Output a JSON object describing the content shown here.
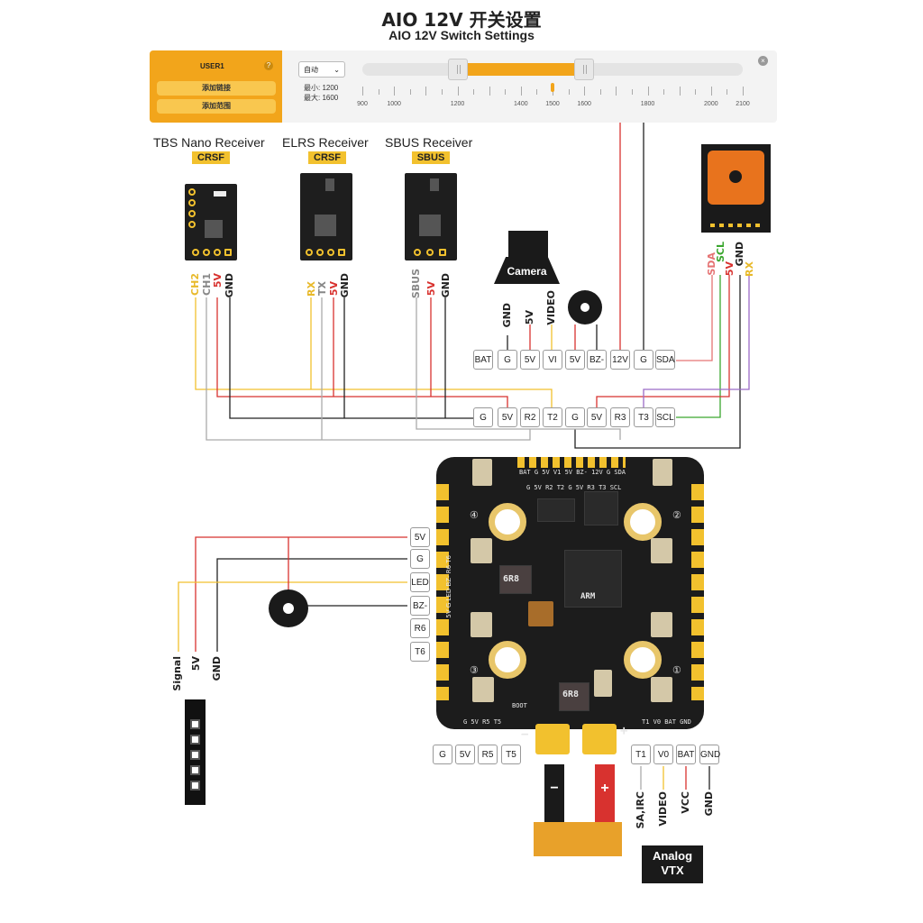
{
  "title_cn": "AIO 12V 开关设置",
  "title_en": "AIO 12V Switch Settings",
  "settings": {
    "user": "USER1",
    "help": "?",
    "add_link": "添加链接",
    "add_range": "添加范围",
    "mode": "自动",
    "min_label": "最小: 1200",
    "max_label": "最大: 1600",
    "scale": [
      "900",
      "1000",
      "1200",
      "1400",
      "1500",
      "1600",
      "1800",
      "2000",
      "2100"
    ],
    "range_min": 1200,
    "range_max": 1600,
    "close": "×"
  },
  "receivers": [
    {
      "name": "TBS Nano Receiver",
      "protocol": "CRSF",
      "pins": [
        "CH2",
        "CH1",
        "5V",
        "GND"
      ]
    },
    {
      "name": "ELRS Receiver",
      "protocol": "CRSF",
      "pins": [
        "RX",
        "TX",
        "5V",
        "GND"
      ]
    },
    {
      "name": "SBUS Receiver",
      "protocol": "SBUS",
      "pins": [
        "SBUS",
        "5V",
        "GND"
      ]
    }
  ],
  "camera": {
    "label": "Camera",
    "pins": [
      "GND",
      "5V",
      "VIDEO"
    ]
  },
  "baro": {
    "pins": [
      "SDA",
      "SCL",
      "5V",
      "GND",
      "RX"
    ]
  },
  "top_pins": [
    "BAT",
    "G",
    "5V",
    "VI",
    "5V",
    "BZ-",
    "12V",
    "G",
    "SDA"
  ],
  "mid_pins": [
    "G",
    "5V",
    "R2",
    "T2",
    "G",
    "5V",
    "R3",
    "T3",
    "SCL"
  ],
  "left_pins": [
    "5V",
    "G",
    "LED",
    "BZ-",
    "R6",
    "T6"
  ],
  "led_labels": [
    "Signal",
    "5V",
    "GND"
  ],
  "bottom_left_pins": [
    "G",
    "5V",
    "R5",
    "T5"
  ],
  "bottom_right_pins": [
    "T1",
    "V0",
    "BAT",
    "GND"
  ],
  "vtx_labels": [
    "SA,IRC",
    "VIDEO",
    "VCC",
    "GND"
  ],
  "vtx_box": [
    "Analog",
    "VTX"
  ],
  "battery": {
    "neg": "−",
    "pos": "+"
  },
  "board": {
    "silk_top": "BAT G 5V V1 5V BZ- 12V G SDA",
    "silk_top2": "G 5V R2 T2 G 5V R3 T3 SCL",
    "silk_left": "5V G LED BZ- R6 T6",
    "silk_bl": "G 5V R5 T5",
    "silk_br": "T1 V0 BAT GND",
    "boot": "BOOT",
    "inductor": "6R8",
    "inductor2": "6R8",
    "arm": "ARM",
    "m1": "①",
    "m2": "②",
    "m3": "③",
    "m4": "④",
    "minus": "−",
    "plus": "+"
  },
  "colors": {
    "accent": "#f2a51b",
    "red": "#d8322f",
    "yellow": "#f2c12e",
    "green": "#3aa62e",
    "purple": "#9b6bc7",
    "gray": "#999999",
    "black": "#222222"
  }
}
